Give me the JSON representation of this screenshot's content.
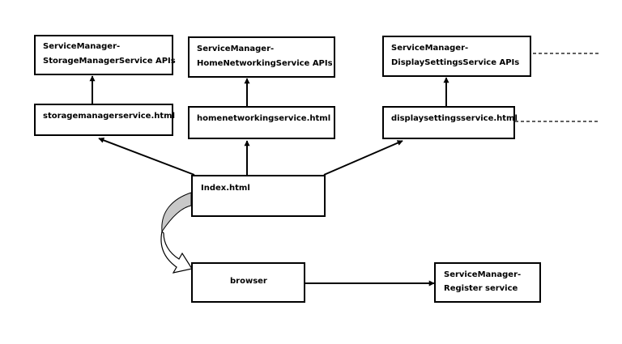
{
  "diagram": {
    "nodes": {
      "storage_api": {
        "line1": "ServiceManager-",
        "line2": "StorageManagerService  APIs"
      },
      "homenet_api": {
        "line1": "ServiceManager-",
        "line2": "HomeNetworkingService  APIs"
      },
      "display_api": {
        "line1": "ServiceManager-",
        "line2": "DisplaySettingsService  APIs"
      },
      "storage_html": {
        "label": "storagemanagerservice.html"
      },
      "homenet_html": {
        "label": "homenetworkingservice.html"
      },
      "display_html": {
        "label": "displaysettingsservice.html"
      },
      "index_html": {
        "label": "Index.html"
      },
      "browser": {
        "label": "browser"
      },
      "register": {
        "line1": "ServiceManager-",
        "line2": "Register service"
      }
    },
    "edges": [
      {
        "from": "storage_html",
        "to": "storage_api",
        "style": "arrow"
      },
      {
        "from": "homenet_html",
        "to": "homenet_api",
        "style": "arrow"
      },
      {
        "from": "display_html",
        "to": "display_api",
        "style": "arrow"
      },
      {
        "from": "index_html",
        "to": "storage_html",
        "style": "arrow"
      },
      {
        "from": "index_html",
        "to": "homenet_html",
        "style": "arrow"
      },
      {
        "from": "index_html",
        "to": "display_html",
        "style": "arrow"
      },
      {
        "from": "browser",
        "to": "register",
        "style": "arrow"
      },
      {
        "from": "index_html",
        "to": "browser",
        "style": "curved-block-arrow"
      }
    ],
    "continuations": [
      "display_api",
      "display_html"
    ],
    "colors": {
      "stroke": "#000000",
      "box_fill": "#ffffff",
      "curved_arrow_fill": "#c8c8c8"
    }
  }
}
